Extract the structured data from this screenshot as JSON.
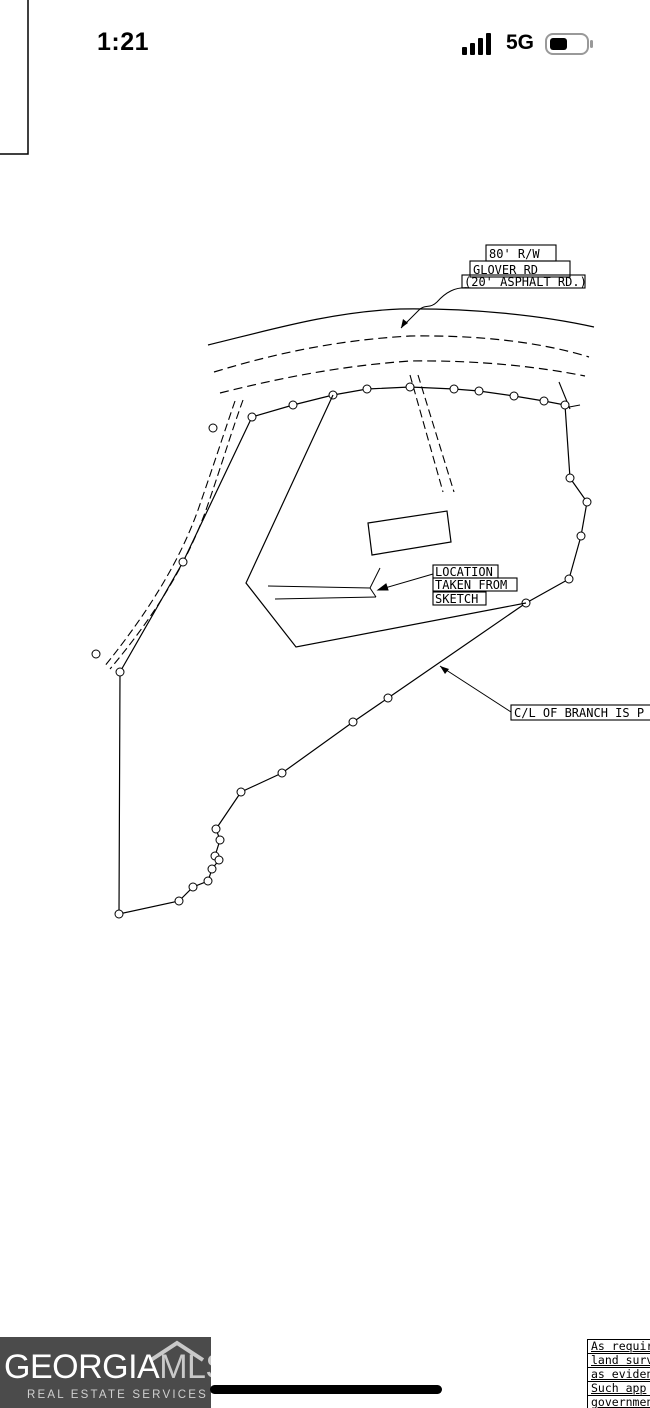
{
  "status_bar": {
    "time": "1:21",
    "network": "5G",
    "signal_icon": "signal-bars-icon",
    "battery_icon": "battery-icon"
  },
  "survey": {
    "row_label": "80' R/W",
    "road_name": "GLOVER RD",
    "road_type": "(20' ASPHALT RD.)",
    "location_lines": [
      "LOCATION",
      "TAKEN FROM",
      "SKETCH"
    ],
    "branch_note": "C/L OF BRANCH IS P"
  },
  "logo": {
    "name_bold": "GEORGIA",
    "name_light": "MLS",
    "tagline": "REAL ESTATE SERVICES",
    "house_icon": "house-roof-icon"
  },
  "notes": {
    "lines": [
      "As require",
      "land surv",
      "as eviden",
      "Such app",
      "governmen"
    ]
  },
  "colors": {
    "background": "#ffffff",
    "drawing": "#000000",
    "logo_bg": "#4b4b4b"
  }
}
